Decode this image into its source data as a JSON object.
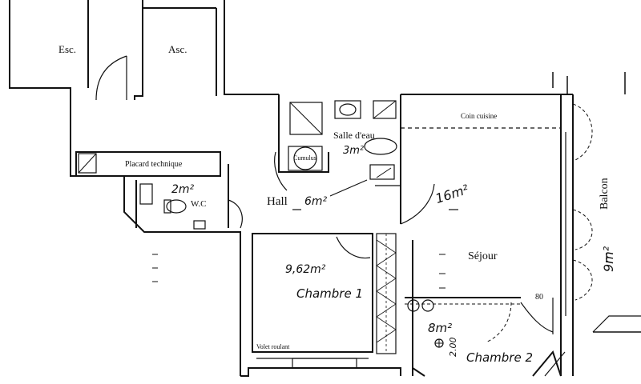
{
  "rooms": {
    "stair": "Esc.",
    "lift": "Asc.",
    "kitchen_corner": "Coin cuisine",
    "bathroom": "Salle d'eau",
    "bathroom_area": "3m²",
    "tech_closet": "Placard technique",
    "boiler": "Cumulus",
    "wc": "W.C",
    "wc_area": "2m²",
    "hall": "Hall",
    "hall_area": "6m²",
    "living": "Séjour",
    "living_area": "16m²",
    "balcony": "Balcon",
    "balcony_area": "9m²",
    "bedroom1": "Chambre 1",
    "bedroom1_area": "9,62m²",
    "bedroom2": "Chambre 2",
    "bedroom2_area": "8m²",
    "shutter": "Volet roulant"
  },
  "dimensions": {
    "door_width": "80",
    "room_length": "2.00"
  },
  "colors": {
    "line": "#111111",
    "background": "#ffffff"
  }
}
